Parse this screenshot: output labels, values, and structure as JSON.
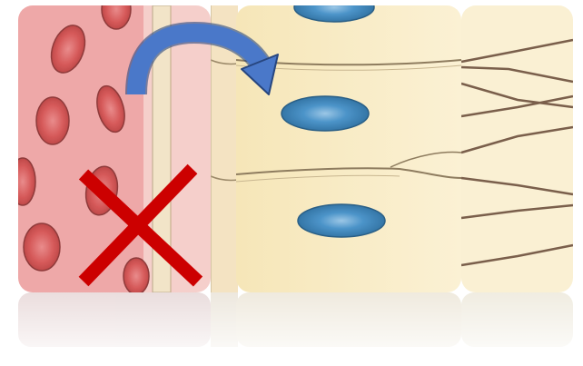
{
  "figure": {
    "panels": [
      "blood-vessel",
      "endothelium",
      "epithelial-cells",
      "tissue-edge"
    ],
    "icons": [
      "arrow-curved-icon",
      "cross-icon"
    ],
    "colors": {
      "plasma": "#eea8a8",
      "red_blood_cell": "#d65a5a",
      "vessel_wall": "#f7d3cf",
      "cell_cytoplasm": "#f8eac0",
      "nucleus": "#3f8cc4",
      "arrow": "#4a78c9",
      "cross": "#cc0000"
    }
  }
}
